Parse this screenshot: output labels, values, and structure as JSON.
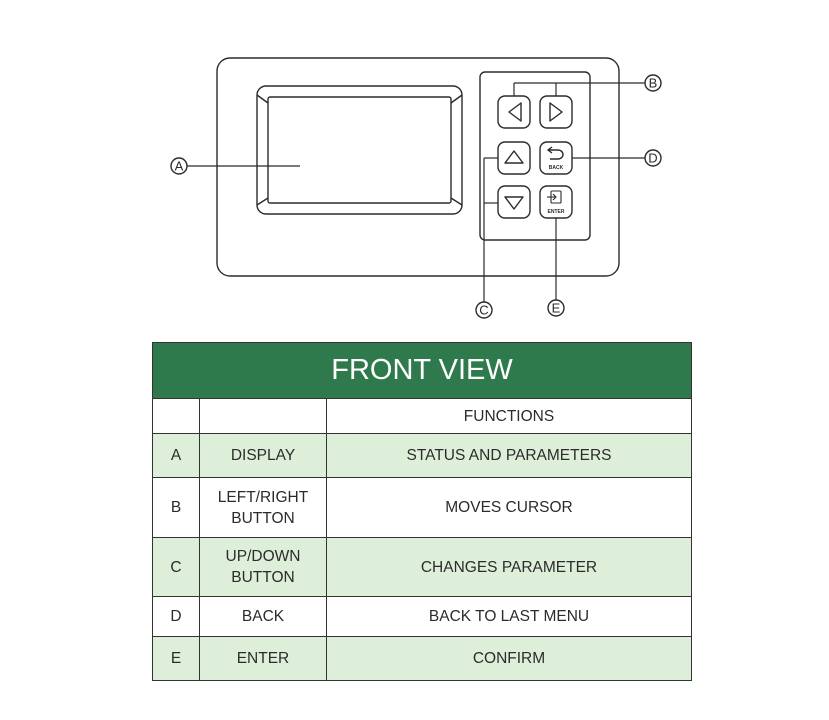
{
  "callouts": {
    "a": "A",
    "b": "B",
    "c": "C",
    "d": "D",
    "e": "E"
  },
  "keys": {
    "back_label": "BACK",
    "enter_label": "ENTER"
  },
  "table": {
    "title": "FRONT VIEW",
    "header": [
      "",
      "",
      "FUNCTIONS"
    ],
    "rows": [
      {
        "key": "A",
        "name": "DISPLAY",
        "function": "STATUS AND PARAMETERS"
      },
      {
        "key": "B",
        "name_line1": "LEFT/RIGHT",
        "name_line2": "BUTTON",
        "function": "MOVES CURSOR"
      },
      {
        "key": "C",
        "name_line1": "UP/DOWN",
        "name_line2": "BUTTON",
        "function": "CHANGES PARAMETER"
      },
      {
        "key": "D",
        "name": "BACK",
        "function": "BACK TO LAST MENU"
      },
      {
        "key": "E",
        "name": "ENTER",
        "function": "CONFIRM"
      }
    ]
  },
  "colors": {
    "title_bg": "#2e7a4d",
    "shaded_row_bg": "#deefd9",
    "line": "#2b2b2b"
  }
}
